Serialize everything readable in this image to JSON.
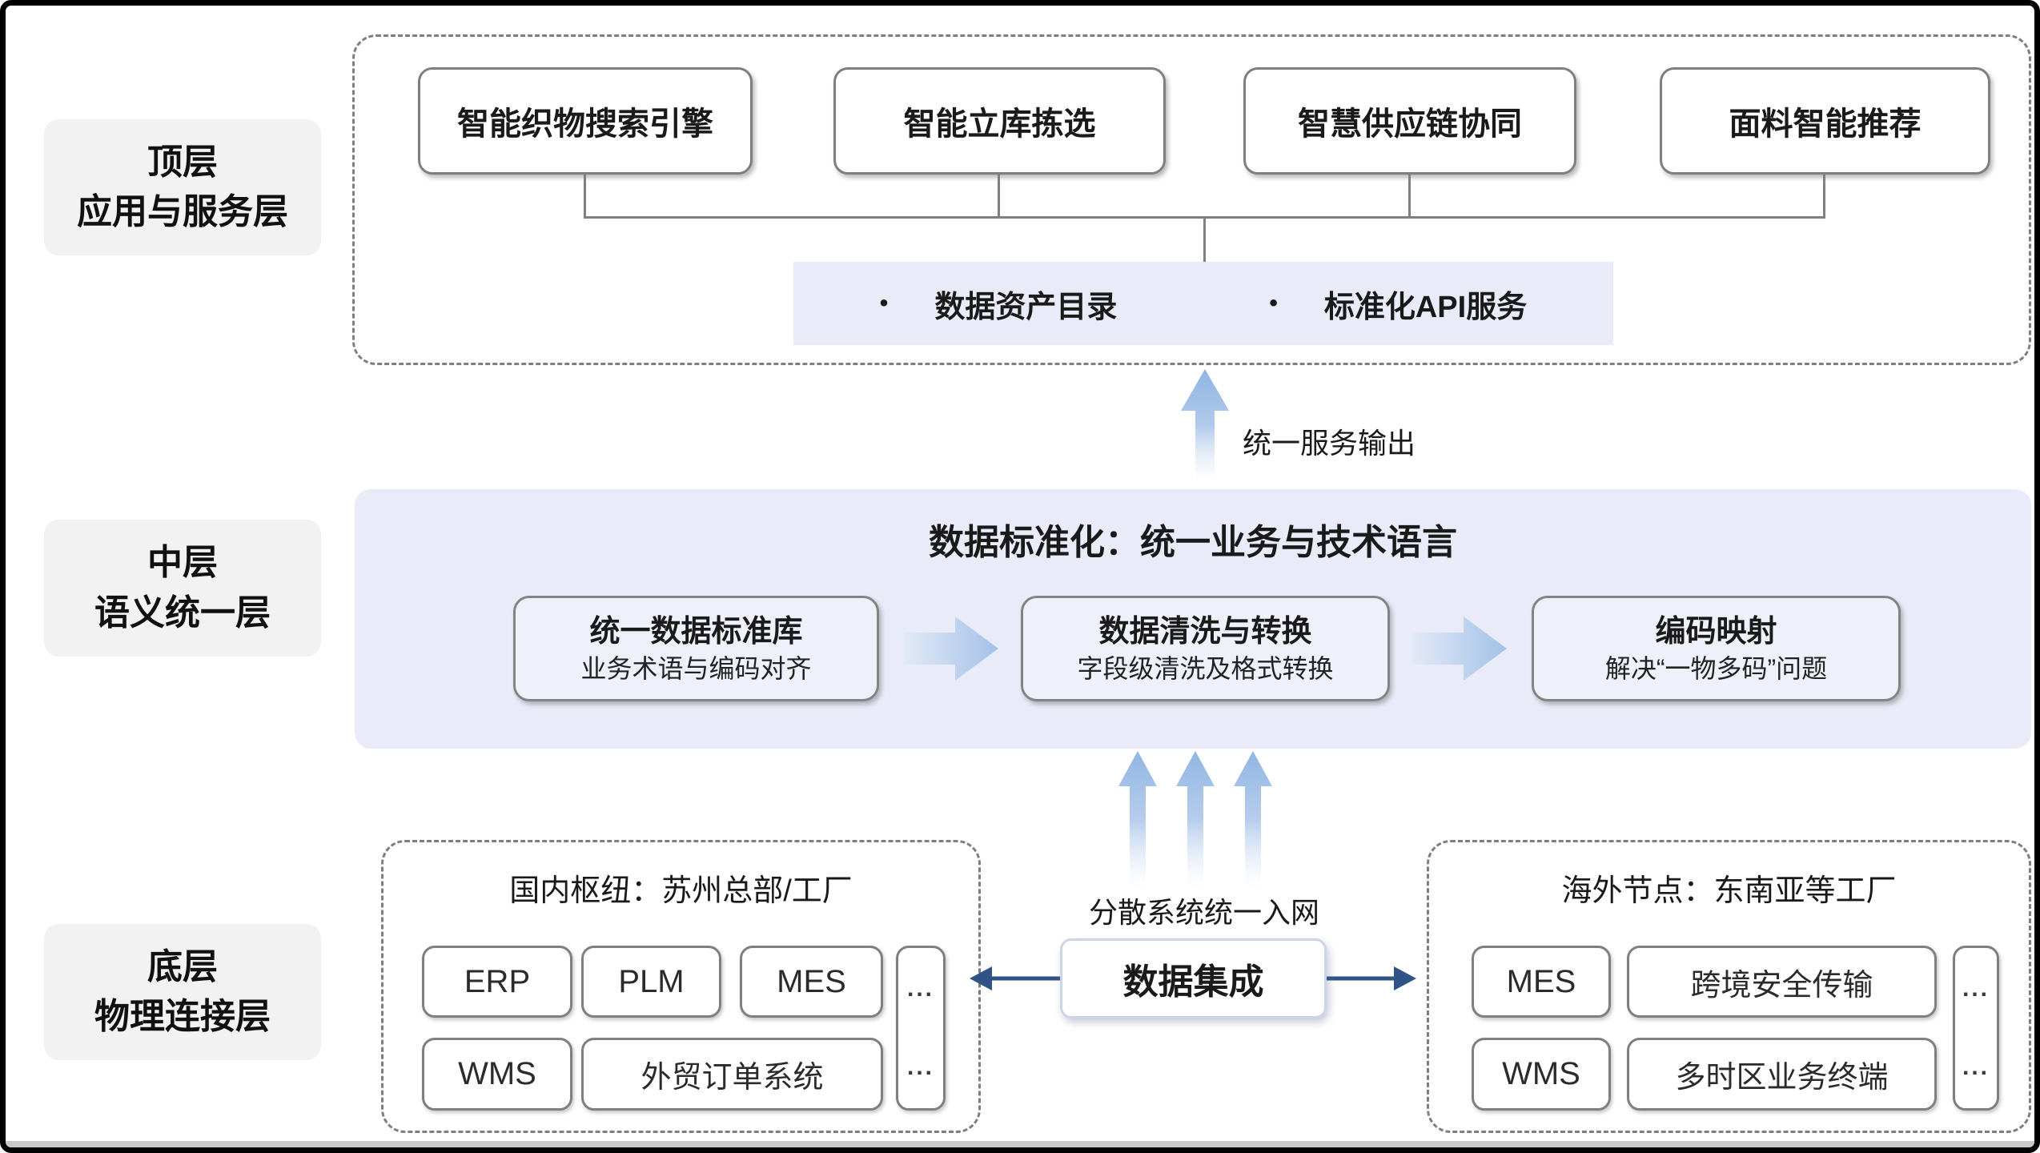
{
  "layers": [
    {
      "line1": "顶层",
      "line2": "应用与服务层"
    },
    {
      "line1": "中层",
      "line2": "语义统一层"
    },
    {
      "line1": "底层",
      "line2": "物理连接层"
    }
  ],
  "top_section": {
    "apps": [
      "智能织物搜索引擎",
      "智能立库拣选",
      "智慧供应链协同",
      "面料智能推荐"
    ],
    "services": [
      {
        "bullet": "•",
        "label": "数据资产目录"
      },
      {
        "bullet": "•",
        "label": "标准化API服务"
      }
    ]
  },
  "flow_labels": {
    "service_output": "统一服务输出",
    "network_access": "分散系统统一入网"
  },
  "middle_section": {
    "title": "数据标准化：统一业务与技术语言",
    "steps": [
      {
        "title": "统一数据标准库",
        "subtitle": "业务术语与编码对齐"
      },
      {
        "title": "数据清洗与转换",
        "subtitle": "字段级清洗及格式转换"
      },
      {
        "title": "编码映射",
        "subtitle": "解决“一物多码”问题"
      }
    ]
  },
  "integration": {
    "label": "数据集成"
  },
  "bottom_section": {
    "domestic": {
      "title": "国内枢纽：苏州总部/工厂",
      "systems_row1": [
        "ERP",
        "PLM",
        "MES"
      ],
      "systems_row2": [
        "WMS",
        "外贸订单系统"
      ],
      "more": [
        "...",
        "..."
      ]
    },
    "overseas": {
      "title": "海外节点：东南亚等工厂",
      "systems_row1": [
        "MES",
        "跨境安全传输"
      ],
      "systems_row2": [
        "WMS",
        "多时区业务终端"
      ],
      "more": [
        "...",
        "..."
      ]
    }
  },
  "colors": {
    "band_background": "#e9ecf8",
    "layer_label_background": "#f2f2f2",
    "box_border_gray": "#7f7f7f",
    "flow_arrow_blue": "#8fb5e3",
    "fat_arrow_blue": "#a3c1e8",
    "integration_navy": "#2f5386",
    "frame_border": "#000000"
  }
}
